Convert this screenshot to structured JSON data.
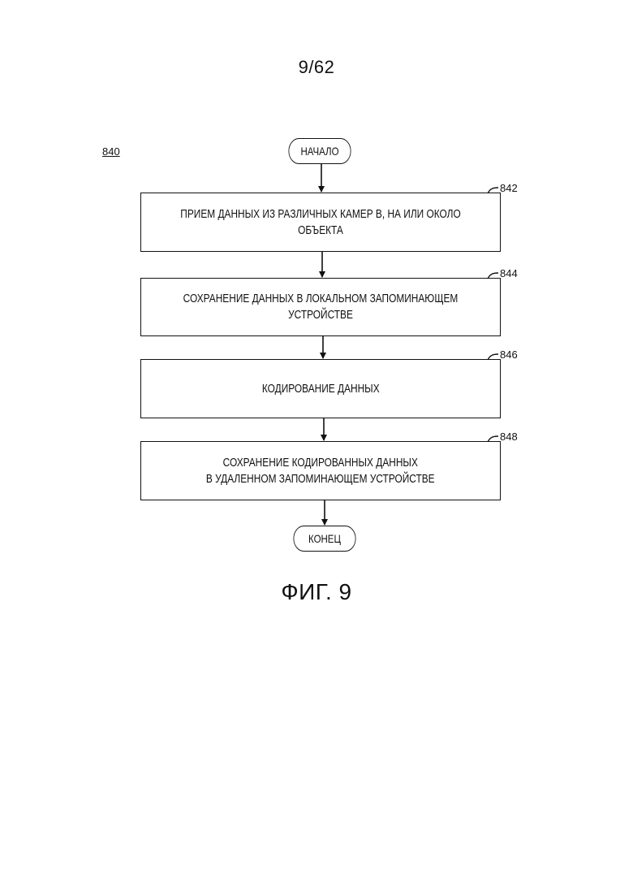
{
  "page_number": "9/62",
  "figure_ref": "840",
  "start_label": "НАЧАЛО",
  "end_label": "КОНЕЦ",
  "steps": [
    {
      "ref": "842",
      "text": "ПРИЕМ ДАННЫХ ИЗ РАЗЛИЧНЫХ КАМЕР В, НА ИЛИ ОКОЛО ОБЪЕКТА"
    },
    {
      "ref": "844",
      "text": "СОХРАНЕНИЕ ДАННЫХ В ЛОКАЛЬНОМ ЗАПОМИНАЮЩЕМ УСТРОЙСТВЕ"
    },
    {
      "ref": "846",
      "text": "КОДИРОВАНИЕ ДАННЫХ"
    },
    {
      "ref": "848",
      "text": "СОХРАНЕНИЕ КОДИРОВАННЫХ ДАННЫХ\nВ УДАЛЕННОМ ЗАПОМИНАЮЩЕМ УСТРОЙСТВЕ"
    }
  ],
  "caption": "ФИГ. 9"
}
